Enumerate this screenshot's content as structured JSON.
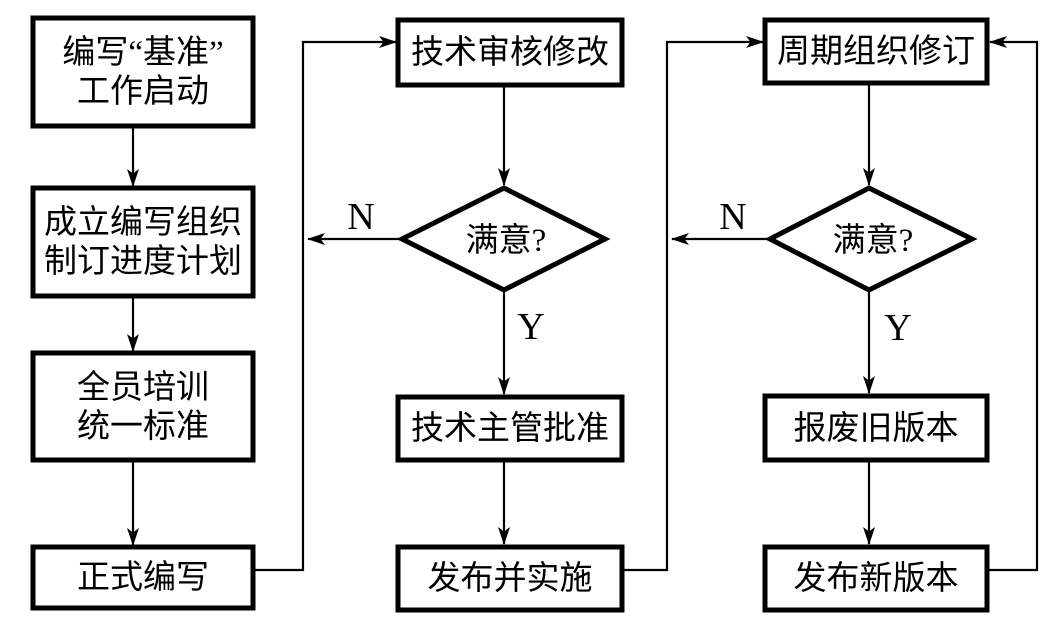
{
  "colors": {
    "ink": "#000000",
    "background": "#ffffff"
  },
  "nodes": {
    "start": {
      "line1": "编写“基准”",
      "line2": "工作启动"
    },
    "setup": {
      "line1": "成立编写组织",
      "line2": "制订进度计划"
    },
    "training": {
      "line1": "全员培训",
      "line2": "统一标准"
    },
    "writing": {
      "label": "正式编写"
    },
    "review": {
      "label": "技术审核修改"
    },
    "decision_review": {
      "label": "满意?"
    },
    "approval": {
      "label": "技术主管批准"
    },
    "publish": {
      "label": "发布并实施"
    },
    "revision": {
      "label": "周期组织修订"
    },
    "decision_revision": {
      "label": "满意?"
    },
    "scrap_old": {
      "label": "报废旧版本"
    },
    "publish_new": {
      "label": "发布新版本"
    }
  },
  "branches": {
    "review_no": "N",
    "review_yes": "Y",
    "revision_no": "N",
    "revision_yes": "Y"
  }
}
